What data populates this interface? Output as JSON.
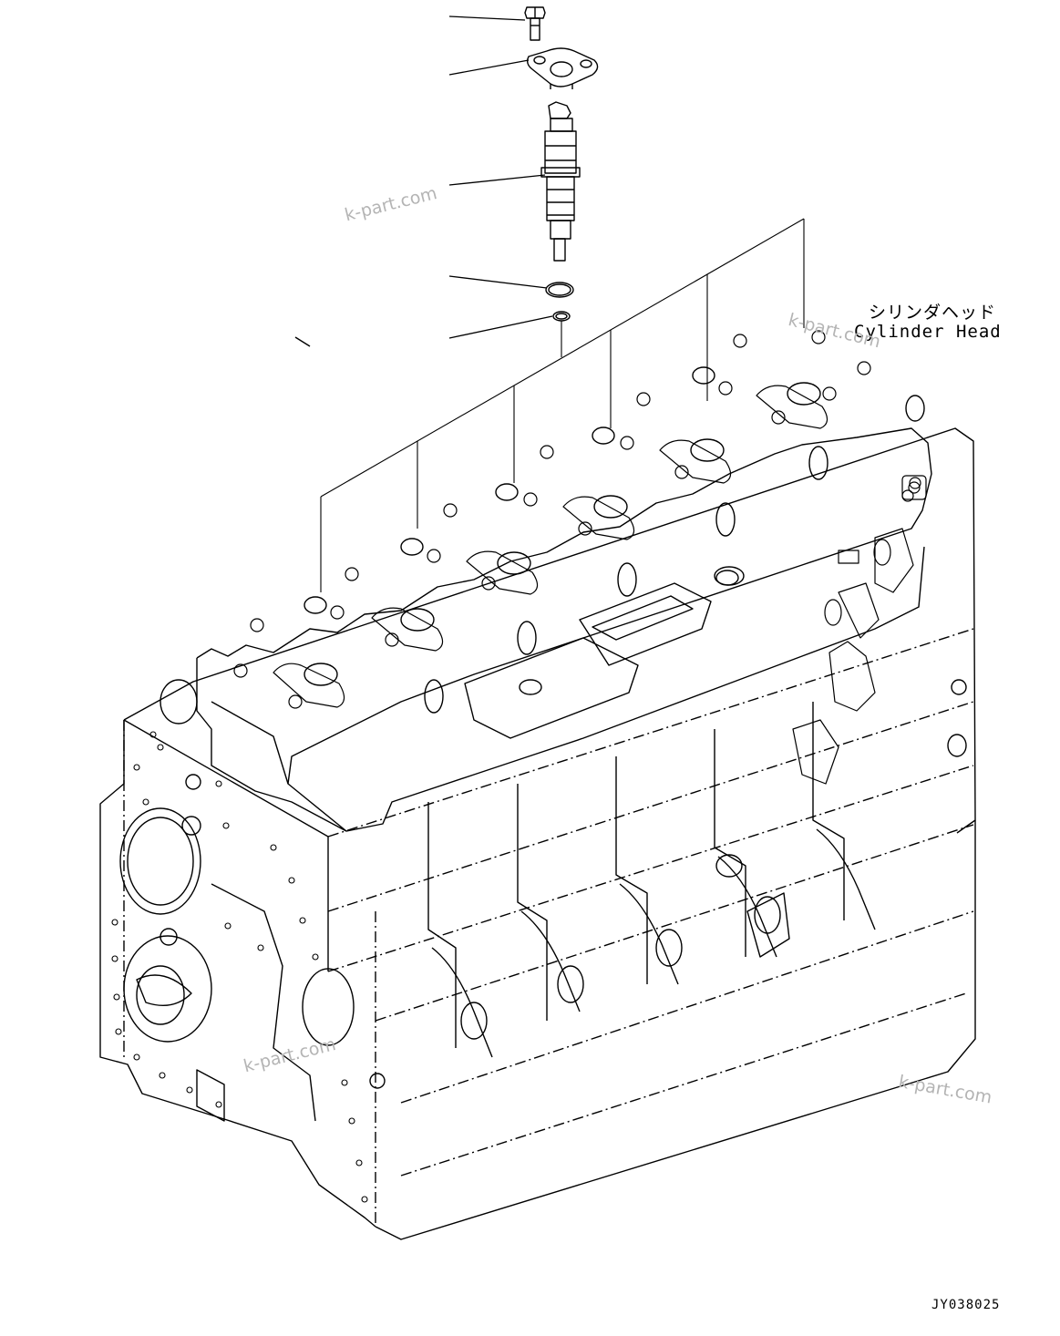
{
  "labels": {
    "part_name_jp": "シリンダヘッド",
    "part_name_en": "Cylinder Head",
    "drawing_code": "JY038025"
  },
  "watermarks": [
    "k-part.com",
    "k-part.com",
    "k-part.com",
    "k-part.com"
  ]
}
